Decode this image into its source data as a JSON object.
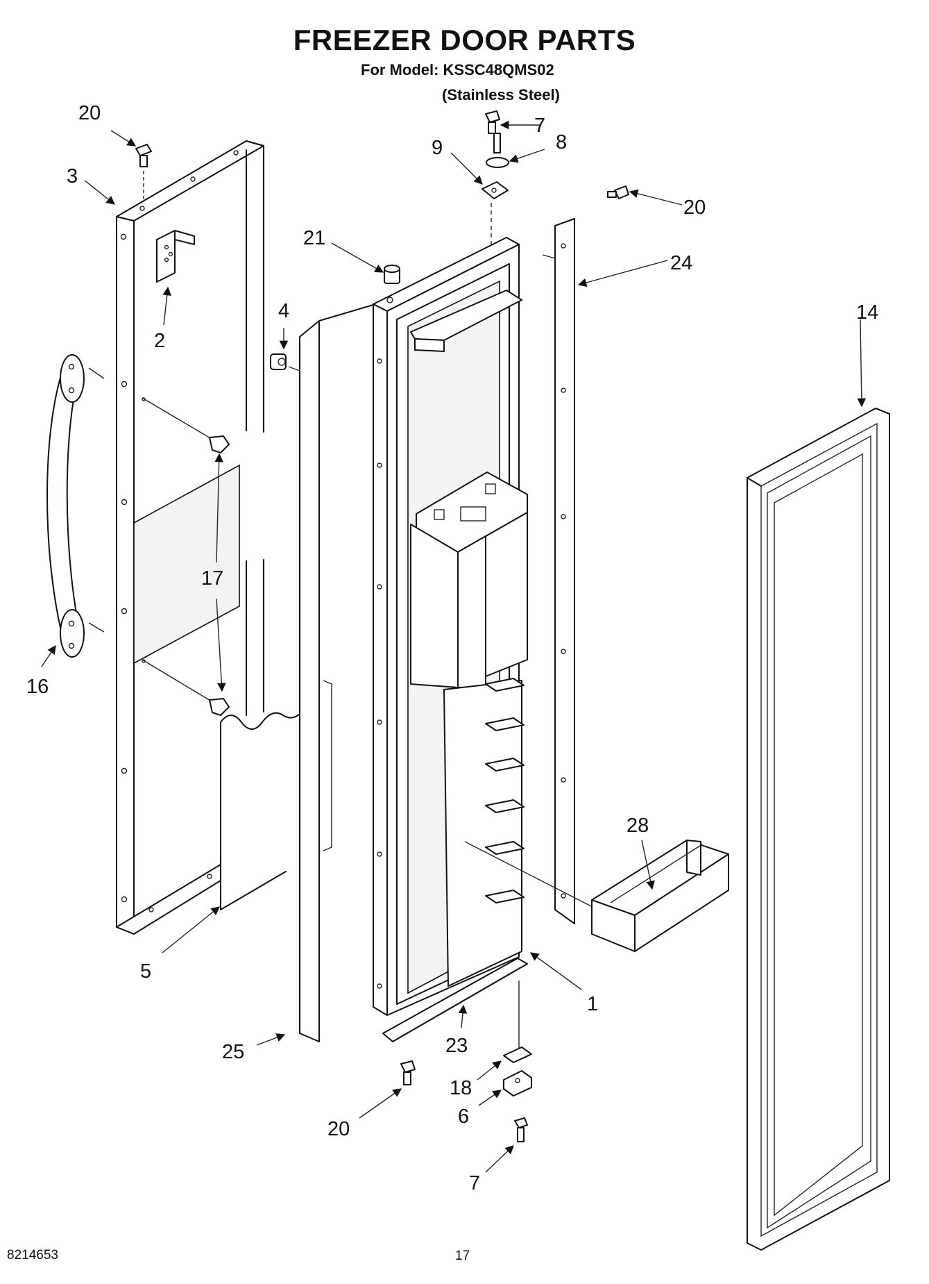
{
  "header": {
    "title": "FREEZER DOOR PARTS",
    "model": "For Model: KSSC48QMS02",
    "finish": "(Stainless Steel)"
  },
  "footer": {
    "document_number": "8214653",
    "page_number": "17"
  },
  "callouts": {
    "c1": "1",
    "c2": "2",
    "c3": "3",
    "c4": "4",
    "c5": "5",
    "c6": "6",
    "c7_top": "7",
    "c7_bottom": "7",
    "c8": "8",
    "c9": "9",
    "c14": "14",
    "c16": "16",
    "c17": "17",
    "c18": "18",
    "c20_top_left": "20",
    "c20_top_right": "20",
    "c20_bottom": "20",
    "c21": "21",
    "c23": "23",
    "c24": "24",
    "c25": "25",
    "c28": "28"
  }
}
